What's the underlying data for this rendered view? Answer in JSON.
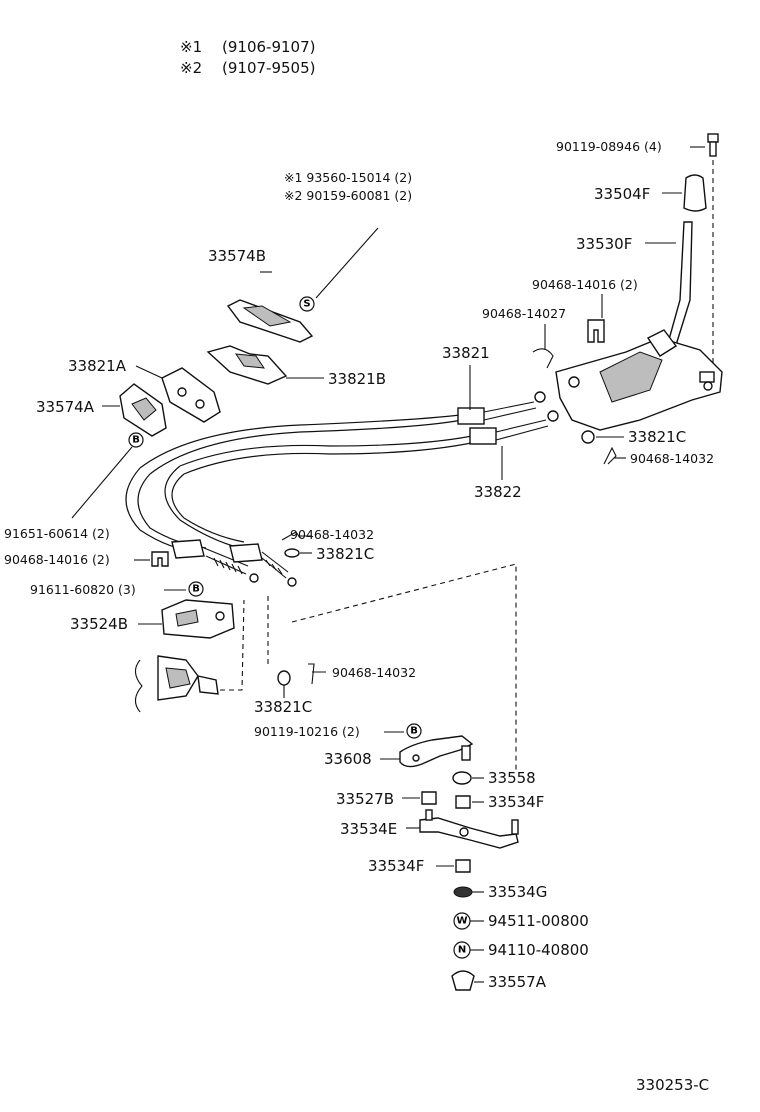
{
  "notes": [
    {
      "mark": "※1",
      "range": "(9106-9107)"
    },
    {
      "mark": "※2",
      "range": "(9107-9505)"
    }
  ],
  "labels": {
    "bolt_top": "90119-08946 (4)",
    "knob": "33504F",
    "lever": "33530F",
    "clip_a": "90468-14016 (2)",
    "clip_b": "90468-14027",
    "s_line1": "※1  93560-15014 (2)",
    "s_line2": "※2  90159-60081 (2)",
    "plate_b": "33574B",
    "cable_1": "33821",
    "grommet_a": "33821A",
    "grommet_b": "33821B",
    "plate_a": "33574A",
    "washer_c_upper": "33821C",
    "clip_c_upper": "90468-14032",
    "cable_2": "33822",
    "b_bolt": "91651-60614 (2)",
    "clip_d": "90468-14016 (2)",
    "clip_e": "90468-14032",
    "washer_c_mid": "33821C",
    "b_bolt2": "91611-60820 (3)",
    "bracket": "33524B",
    "clip_f": "90468-14032",
    "washer_c_low": "33821C",
    "b_bolt3": "90119-10216 (2)",
    "lever_608": "33608",
    "bush_558": "33558",
    "bush_527": "33527B",
    "bush_534f_1": "33534F",
    "lever_534e": "33534E",
    "bush_534f_2": "33534F",
    "washer_534g": "33534G",
    "washer_w": "94511-00800",
    "nut_n": "94110-40800",
    "cap_557": "33557A",
    "diagram_code": "330253-C"
  },
  "symbols": {
    "s": "S",
    "b": "B",
    "w": "W",
    "n": "N"
  }
}
